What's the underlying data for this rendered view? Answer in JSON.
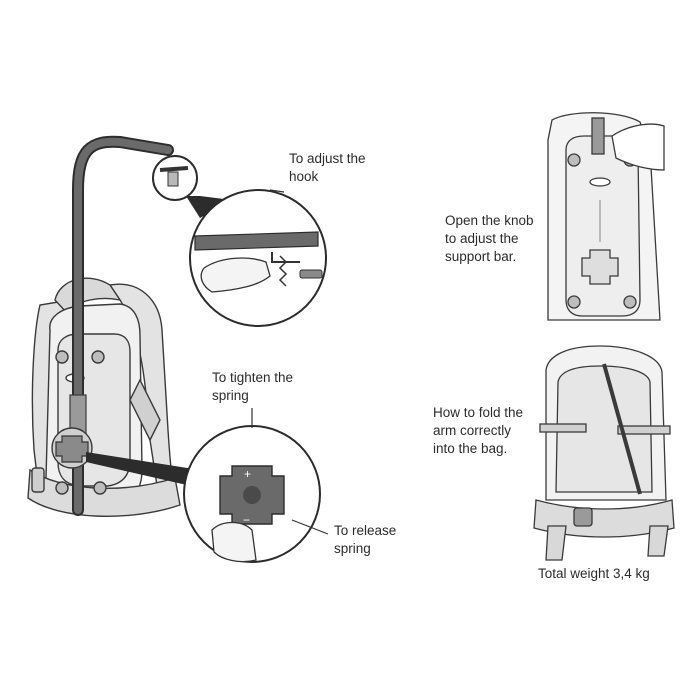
{
  "labels": {
    "adjust_hook": {
      "line1": "To adjust the",
      "line2": "hook"
    },
    "tighten_spring": {
      "line1": "To tighten the",
      "line2": "spring"
    },
    "release_spring": {
      "line1": "To release",
      "line2": "spring"
    },
    "open_knob": {
      "line1": "Open the knob",
      "line2": "to adjust the",
      "line3": "support bar."
    },
    "fold_arm": {
      "line1": "How to fold the",
      "line2": "arm correctly",
      "line3": "into the bag."
    },
    "total_weight": "Total weight 3,4 kg"
  },
  "knob_marks": {
    "plus": "+",
    "minus": "−"
  },
  "colors": {
    "line": "#3a3a3a",
    "arm": "#5e5e5e",
    "vest": "#e9e9e9",
    "knob": "#6a6a6a",
    "callout": "#2c2c2c"
  }
}
